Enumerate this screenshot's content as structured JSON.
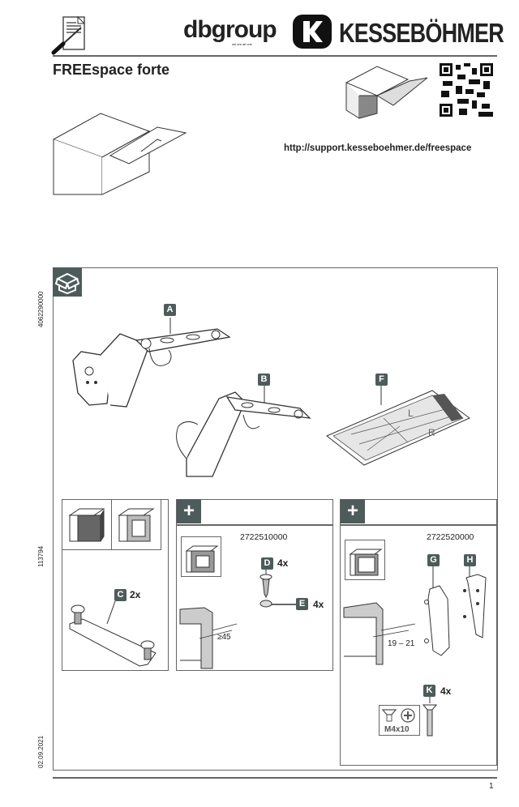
{
  "header": {
    "dbgroup_logo": "dbgroup",
    "dbgroup_tagline": "we are all one",
    "brand_logo": "KESSEBÖHMER",
    "title": "FREEspace forte",
    "url": "http://support.kesseboehmer.de/freespace"
  },
  "side_texts": {
    "article_no": "4062290000",
    "doc_no": "113794",
    "date": "02.09.2021"
  },
  "parts": {
    "A": "A",
    "B": "B",
    "F": "F",
    "C": {
      "label": "C",
      "qty": "2x"
    },
    "D": {
      "label": "D",
      "qty": "4x"
    },
    "E": {
      "label": "E",
      "qty": "4x"
    },
    "G": {
      "label": "G"
    },
    "H": {
      "label": "H"
    },
    "K": {
      "label": "K",
      "qty": "4x"
    }
  },
  "panels": {
    "plus_icon": "+",
    "panel2": {
      "article": "2722510000",
      "dimension": "≥45"
    },
    "panel3": {
      "article": "2722520000",
      "dimension": "19 – 21",
      "screw_spec": "M4x10"
    }
  },
  "footer": {
    "page": "1"
  },
  "colors": {
    "badge": "#4d5c5a",
    "rule": "#666666"
  }
}
